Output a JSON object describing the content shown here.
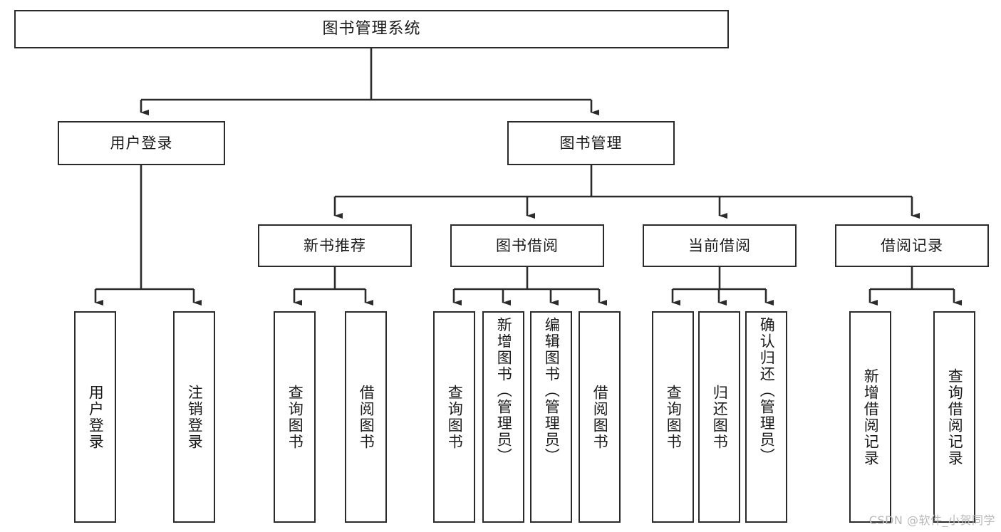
{
  "diagram": {
    "title": "图书管理系统",
    "type": "tree",
    "watermark": "CSDN @软件_小贺同学",
    "nodes": {
      "root": {
        "label": "图书管理系统"
      },
      "level2": [
        {
          "id": "user-login",
          "label": "用户登录"
        },
        {
          "id": "book-manage",
          "label": "图书管理"
        }
      ],
      "level3": [
        {
          "id": "new-book-recommend",
          "label": "新书推荐"
        },
        {
          "id": "book-borrow",
          "label": "图书借阅"
        },
        {
          "id": "current-borrow",
          "label": "当前借阅"
        },
        {
          "id": "borrow-record",
          "label": "借阅记录"
        }
      ],
      "leaves": [
        {
          "id": "leaf-user-login",
          "label": "用户登录",
          "parent": "user-login"
        },
        {
          "id": "leaf-logout-login",
          "label": "注销登录",
          "parent": "user-login"
        },
        {
          "id": "leaf-query-book-1",
          "label": "查询图书",
          "parent": "new-book-recommend"
        },
        {
          "id": "leaf-borrow-book-1",
          "label": "借阅图书",
          "parent": "new-book-recommend"
        },
        {
          "id": "leaf-query-book-2",
          "label": "查询图书",
          "parent": "book-borrow"
        },
        {
          "id": "leaf-add-book",
          "label": "新增图书（管理员）",
          "parent": "book-borrow"
        },
        {
          "id": "leaf-edit-book",
          "label": "编辑图书（管理员）",
          "parent": "book-borrow"
        },
        {
          "id": "leaf-borrow-book-2",
          "label": "借阅图书",
          "parent": "book-borrow"
        },
        {
          "id": "leaf-query-book-3",
          "label": "查询图书",
          "parent": "current-borrow"
        },
        {
          "id": "leaf-return-book",
          "label": "归还图书",
          "parent": "current-borrow"
        },
        {
          "id": "leaf-confirm-return",
          "label": "确认归还（管理员）",
          "parent": "current-borrow"
        },
        {
          "id": "leaf-add-record",
          "label": "新增借阅记录",
          "parent": "borrow-record"
        },
        {
          "id": "leaf-query-record",
          "label": "查询借阅记录",
          "parent": "borrow-record"
        }
      ]
    },
    "colors": {
      "border": "#2b2b2b",
      "background": "#ffffff",
      "text": "#1a1a1a",
      "connector": "#2b2b2b",
      "watermark": "#b9b9b9"
    }
  }
}
